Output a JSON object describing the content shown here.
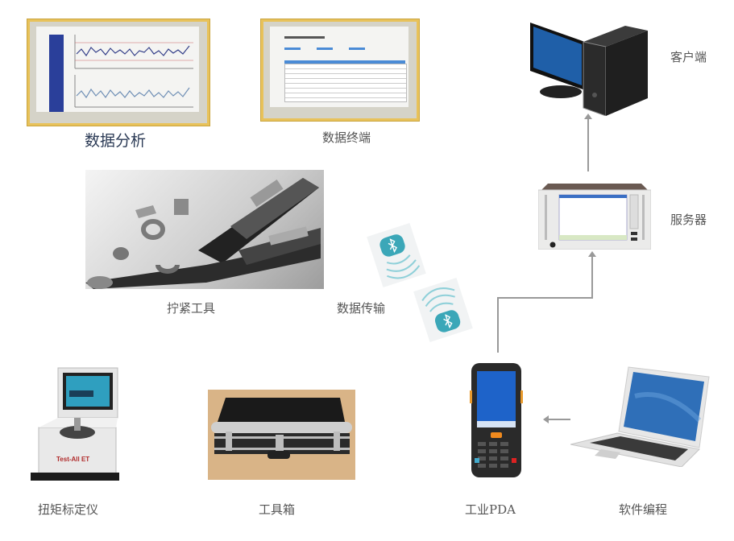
{
  "diagram": {
    "nodes": {
      "data_analysis": {
        "label": "数据分析"
      },
      "data_terminal": {
        "label": "数据终端"
      },
      "client": {
        "label": "客户端"
      },
      "server": {
        "label": "服务器"
      },
      "tightening_tools": {
        "label": "拧紧工具"
      },
      "data_transfer": {
        "label": "数据传输"
      },
      "torque_calibrator": {
        "label": "扭矩标定仪",
        "device_text": "Test-All ET"
      },
      "tool_case": {
        "label": "工具箱"
      },
      "industrial_pda": {
        "label": "工业PDA"
      },
      "software_programming": {
        "label": "软件编程"
      }
    },
    "edges": [
      {
        "from": "software_programming",
        "to": "industrial_pda",
        "direction": "left"
      },
      {
        "from": "industrial_pda",
        "to": "server",
        "direction": "up"
      },
      {
        "from": "server",
        "to": "client",
        "direction": "up"
      }
    ],
    "colors": {
      "frame_border": "#e8c25a",
      "bluetooth": "#3ba7b8",
      "arrow": "#999999",
      "monitor_screen": "#1f5fa8"
    }
  }
}
